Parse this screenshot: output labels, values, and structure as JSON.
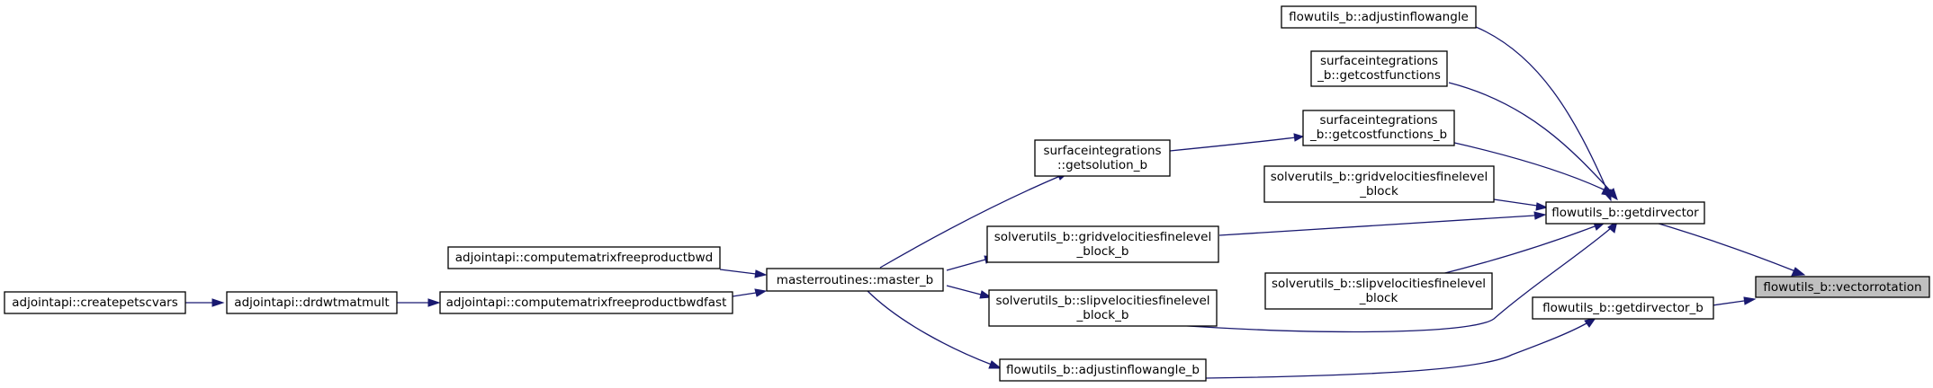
{
  "nodes": {
    "vectorrotation": [
      "flowutils_b::vectorrotation"
    ],
    "getdirvector": [
      "flowutils_b::getdirvector"
    ],
    "getdirvector_b": [
      "flowutils_b::getdirvector_b"
    ],
    "adjustinflowangle": [
      "flowutils_b::adjustinflowangle"
    ],
    "getcostfunctions": [
      "surfaceintegrations",
      "_b::getcostfunctions"
    ],
    "getcostfunctions_b": [
      "surfaceintegrations",
      "_b::getcostfunctions_b"
    ],
    "gridvel": [
      "solverutils_b::gridvelocitiesfinelevel",
      "_block"
    ],
    "slipvel": [
      "solverutils_b::slipvelocitiesfinelevel",
      "_block"
    ],
    "getsolution_b": [
      "surfaceintegrations",
      "::getsolution_b"
    ],
    "gridvel_b": [
      "solverutils_b::gridvelocitiesfinelevel",
      "_block_b"
    ],
    "slipvel_b": [
      "solverutils_b::slipvelocitiesfinelevel",
      "_block_b"
    ],
    "adjustinflowangle_b": [
      "flowutils_b::adjustinflowangle_b"
    ],
    "master_b": [
      "masterroutines::master_b"
    ],
    "bwd": [
      "adjointapi::computematrixfreeproductbwd"
    ],
    "bwdfast": [
      "adjointapi::computematrixfreeproductbwdfast"
    ],
    "drdwt": [
      "adjointapi::drdwtmatmult"
    ],
    "createpetsc": [
      "adjointapi::createpetscvars"
    ]
  }
}
